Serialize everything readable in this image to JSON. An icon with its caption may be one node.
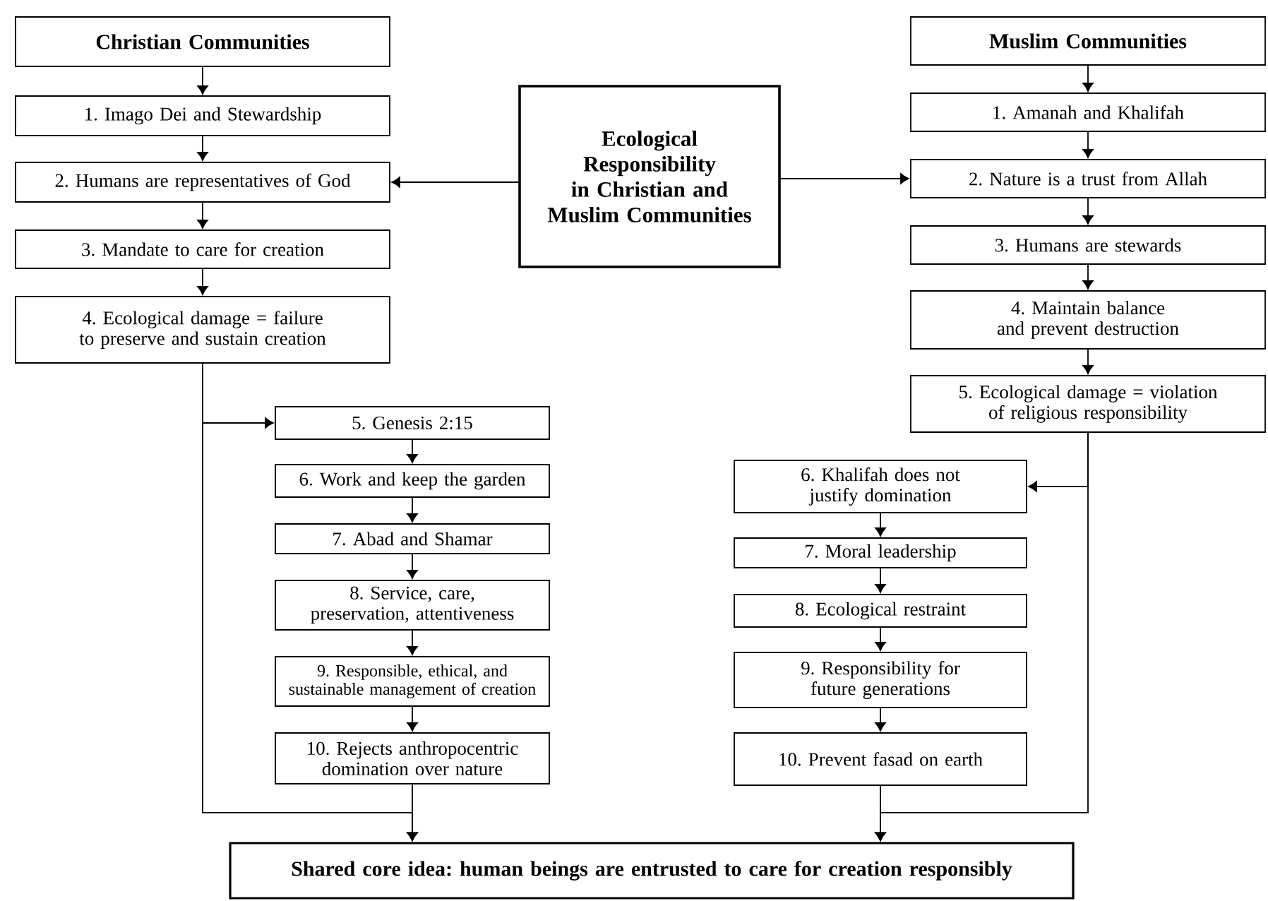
{
  "diagram": {
    "nodes": [
      {
        "text": [
          "Christian Communities"
        ]
      },
      {
        "text": [
          "1. Imago Dei and Stewardship"
        ]
      },
      {
        "text": [
          "2. Humans are representatives of God"
        ]
      },
      {
        "text": [
          "3. Mandate to care for creation"
        ]
      },
      {
        "text": [
          "4. Ecological damage = failure to preserve and sustain creation"
        ]
      },
      {
        "text": [
          "Ecological Responsibility in Christian and Muslim Communities"
        ]
      },
      {
        "text": [
          "Muslim Communities"
        ]
      },
      {
        "text": [
          "1. Amanah and Khalifah"
        ]
      },
      {
        "text": [
          "2. Nature is a trust from Allah"
        ]
      },
      {
        "text": [
          "3. Humans are stewards"
        ]
      },
      {
        "text": [
          "4. Maintain balance and prevent destruction"
        ]
      },
      {
        "text": [
          "5. Ecological damage = violation of religious responsibility"
        ]
      },
      {
        "text": [
          "5. Genesis 2:15"
        ]
      },
      {
        "text": [
          "6. Work and keep the garden"
        ]
      },
      {
        "text": [
          "7. Abad and Shamar"
        ]
      },
      {
        "text": [
          "8. Service, care, preservation, attentiveness"
        ]
      },
      {
        "text": [
          "9. Responsible, ethical, and sustainable management of creation"
        ]
      },
      {
        "text": [
          "10. Rejects anthropocentric domination over nature"
        ]
      },
      {
        "text": [
          "6. Khalifah does not justify domination"
        ]
      },
      {
        "text": [
          "7. Moral leadership"
        ]
      },
      {
        "text": [
          "8. Ecological restraint"
        ]
      },
      {
        "text": [
          "9. Responsibility for future generations"
        ]
      },
      {
        "text": [
          "10. Prevent fasad on earth"
        ]
      },
      {
        "text": [
          "Shared core idea: human beings are entrusted to care for creation responsibly"
        ]
      }
    ],
    "edges": [
      {
        "from": 0,
        "to": 1,
        "arrow": "to"
      },
      {
        "from": 1,
        "to": 2,
        "arrow": "to"
      },
      {
        "from": 2,
        "to": 3,
        "arrow": "to"
      },
      {
        "from": 3,
        "to": 4,
        "arrow": "to"
      },
      {
        "from": 5,
        "to": 2,
        "arrow": "to"
      },
      {
        "from": 5,
        "to": 8,
        "arrow": "to"
      },
      {
        "from": 6,
        "to": 7,
        "arrow": "to"
      },
      {
        "from": 7,
        "to": 8,
        "arrow": "to"
      },
      {
        "from": 8,
        "to": 9,
        "arrow": "to"
      },
      {
        "from": 9,
        "to": 10,
        "arrow": "to"
      },
      {
        "from": 10,
        "to": 11,
        "arrow": "to"
      },
      {
        "from": 4,
        "to": 12,
        "arrow": "to"
      },
      {
        "from": 12,
        "to": 13,
        "arrow": "to"
      },
      {
        "from": 13,
        "to": 14,
        "arrow": "to"
      },
      {
        "from": 14,
        "to": 15,
        "arrow": "to"
      },
      {
        "from": 15,
        "to": 16,
        "arrow": "to"
      },
      {
        "from": 16,
        "to": 17,
        "arrow": "to"
      },
      {
        "from": 4,
        "to": 23,
        "arrow": "to"
      },
      {
        "from": 17,
        "to": 23,
        "arrow": "to"
      },
      {
        "from": 11,
        "to": 18,
        "arrow": "to"
      },
      {
        "from": 18,
        "to": 19,
        "arrow": "to"
      },
      {
        "from": 19,
        "to": 20,
        "arrow": "to"
      },
      {
        "from": 20,
        "to": 21,
        "arrow": "to"
      },
      {
        "from": 21,
        "to": 22,
        "arrow": "to"
      },
      {
        "from": 11,
        "to": 23,
        "arrow": "to"
      },
      {
        "from": 22,
        "to": 23,
        "arrow": "to"
      }
    ]
  }
}
